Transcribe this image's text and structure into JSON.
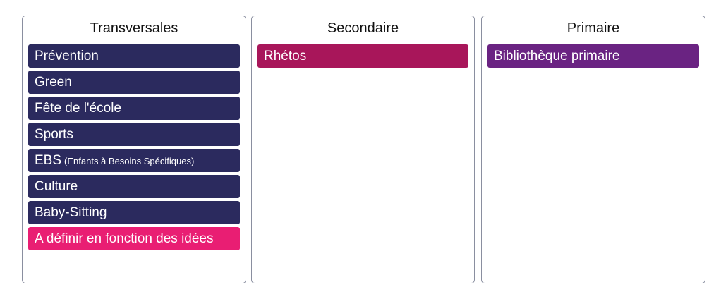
{
  "colors": {
    "navy": "#2b2a5e",
    "pink": "#e91e73",
    "magenta": "#a8165a",
    "purple": "#6a2382",
    "border": "#8a8fa0"
  },
  "columns": {
    "transversales": {
      "title": "Transversales",
      "items": [
        {
          "label": "Prévention"
        },
        {
          "label": "Green"
        },
        {
          "label": "Fête de l'école"
        },
        {
          "label": "Sports"
        },
        {
          "label": "EBS",
          "sub": "(Enfants à Besoins Spécifiques)"
        },
        {
          "label": "Culture"
        },
        {
          "label": "Baby-Sitting"
        },
        {
          "label": "A définir en fonction des idées"
        }
      ]
    },
    "secondaire": {
      "title": "Secondaire",
      "items": [
        {
          "label": "Rhétos"
        }
      ]
    },
    "primaire": {
      "title": "Primaire",
      "items": [
        {
          "label": "Bibliothèque primaire"
        }
      ]
    }
  }
}
